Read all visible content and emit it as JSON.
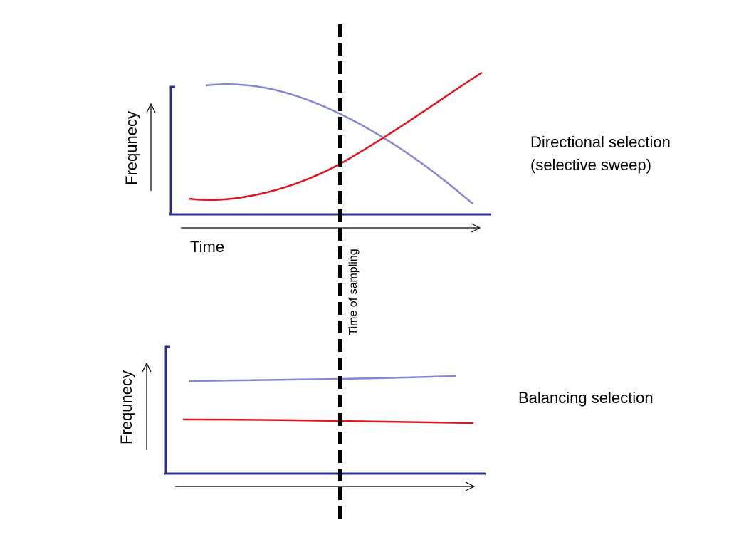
{
  "colors": {
    "axis": "#2a2f8f",
    "curve_red": "#e0141e",
    "curve_blue": "#8585d8",
    "sampling_line": "#000000",
    "text": "#000000"
  },
  "sampling_line": {
    "label": "Time of sampling",
    "style": "dashed"
  },
  "panels": [
    {
      "id": "directional",
      "ylabel": "Frequnecy",
      "xlabel": "Time",
      "description_lines": [
        "Directional selection",
        "(selective sweep)"
      ]
    },
    {
      "id": "balancing",
      "ylabel": "Frequnecy",
      "xlabel": "",
      "description_lines": [
        "Balancing selection"
      ]
    }
  ]
}
